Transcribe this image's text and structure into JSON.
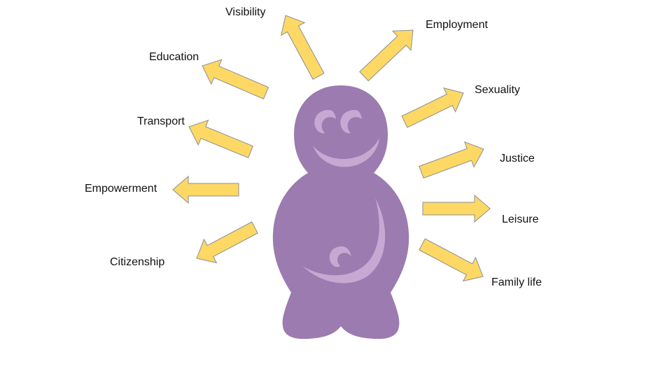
{
  "colors": {
    "arrow_fill": "#fdd864",
    "arrow_stroke": "#8a8f94",
    "figure_body": "#9b7bb0",
    "figure_highlight": "#c7a8d2",
    "text": "#111111"
  },
  "figure": {
    "icon": "jelly-baby-figure-icon"
  },
  "labels": {
    "visibility": "Visibility",
    "employment": "Employment",
    "education": "Education",
    "sexuality": "Sexuality",
    "transport": "Transport",
    "justice": "Justice",
    "empowerment": "Empowerment",
    "leisure": "Leisure",
    "citizenship": "Citizenship",
    "family_life": "Family life"
  }
}
